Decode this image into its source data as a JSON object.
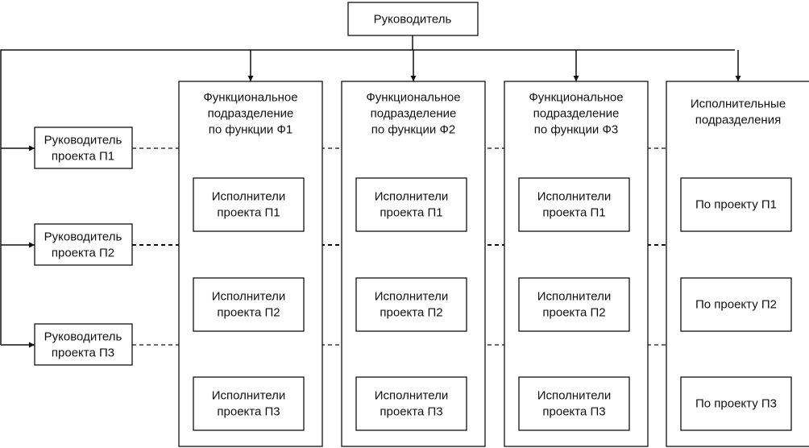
{
  "head": "Руководитель",
  "managers": [
    [
      "Руководитель",
      "проекта П1"
    ],
    [
      "Руководитель",
      "проекта П2"
    ],
    [
      "Руководитель",
      "проекта П3"
    ]
  ],
  "departments": [
    {
      "title": [
        "Функциональное",
        "подразделение",
        "по функции Ф1"
      ],
      "units": [
        [
          "Исполнители",
          "проекта П1"
        ],
        [
          "Исполнители",
          "проекта П2"
        ],
        [
          "Исполнители",
          "проекта П3"
        ]
      ]
    },
    {
      "title": [
        "Функциональное",
        "подразделение",
        "по функции Ф2"
      ],
      "units": [
        [
          "Исполнители",
          "проекта П1"
        ],
        [
          "Исполнители",
          "проекта П2"
        ],
        [
          "Исполнители",
          "проекта П3"
        ]
      ]
    },
    {
      "title": [
        "Функциональное",
        "подразделение",
        "по функции Ф3"
      ],
      "units": [
        [
          "Исполнители",
          "проекта П1"
        ],
        [
          "Исполнители",
          "проекта П2"
        ],
        [
          "Исполнители",
          "проекта П3"
        ]
      ]
    },
    {
      "title": [
        "Исполнительные",
        "подразделения"
      ],
      "units": [
        [
          "По проекту П1"
        ],
        [
          "По проекту П2"
        ],
        [
          "По проекту П3"
        ]
      ]
    }
  ]
}
